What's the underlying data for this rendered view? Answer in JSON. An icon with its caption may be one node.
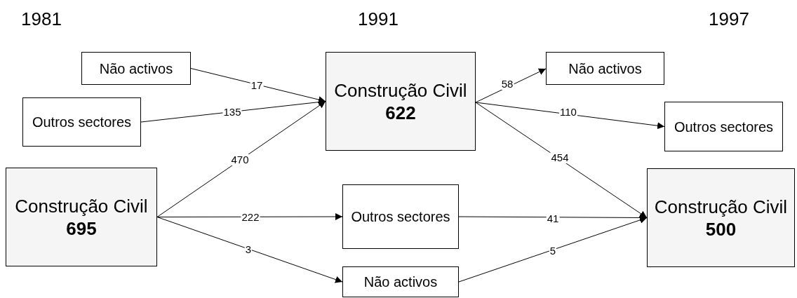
{
  "diagram": {
    "nodes": [
      {
        "text": [
          "Não activos"
        ]
      },
      {
        "text": [
          "Outros sectores"
        ]
      },
      {
        "text": [
          "Construção Civil",
          "695"
        ]
      },
      {
        "text": [
          "Construção Civil",
          "622"
        ]
      },
      {
        "text": [
          "Não activos"
        ]
      },
      {
        "text": [
          "Outros sectores"
        ]
      },
      {
        "text": [
          "Construção Civil",
          "500"
        ]
      },
      {
        "text": [
          "Outros sectores"
        ]
      },
      {
        "text": [
          "Não activos"
        ]
      }
    ],
    "edges": [
      {
        "from": 0,
        "to": 3,
        "arrow": "to",
        "label": "17"
      },
      {
        "from": 1,
        "to": 3,
        "arrow": "to",
        "label": "135"
      },
      {
        "from": 2,
        "to": 3,
        "arrow": "to",
        "label": "470"
      },
      {
        "from": 2,
        "to": 7,
        "arrow": "to",
        "label": "222"
      },
      {
        "from": 2,
        "to": 8,
        "arrow": "to",
        "label": "3"
      },
      {
        "from": 3,
        "to": 4,
        "arrow": "to",
        "label": "58"
      },
      {
        "from": 3,
        "to": 5,
        "arrow": "to",
        "label": "110"
      },
      {
        "from": 3,
        "to": 6,
        "arrow": "to",
        "label": "454"
      },
      {
        "from": 7,
        "to": 6,
        "arrow": "to",
        "label": "41"
      },
      {
        "from": 8,
        "to": 6,
        "arrow": "to",
        "label": "5"
      }
    ],
    "labels": [
      "1981",
      "1991",
      "1997"
    ]
  }
}
